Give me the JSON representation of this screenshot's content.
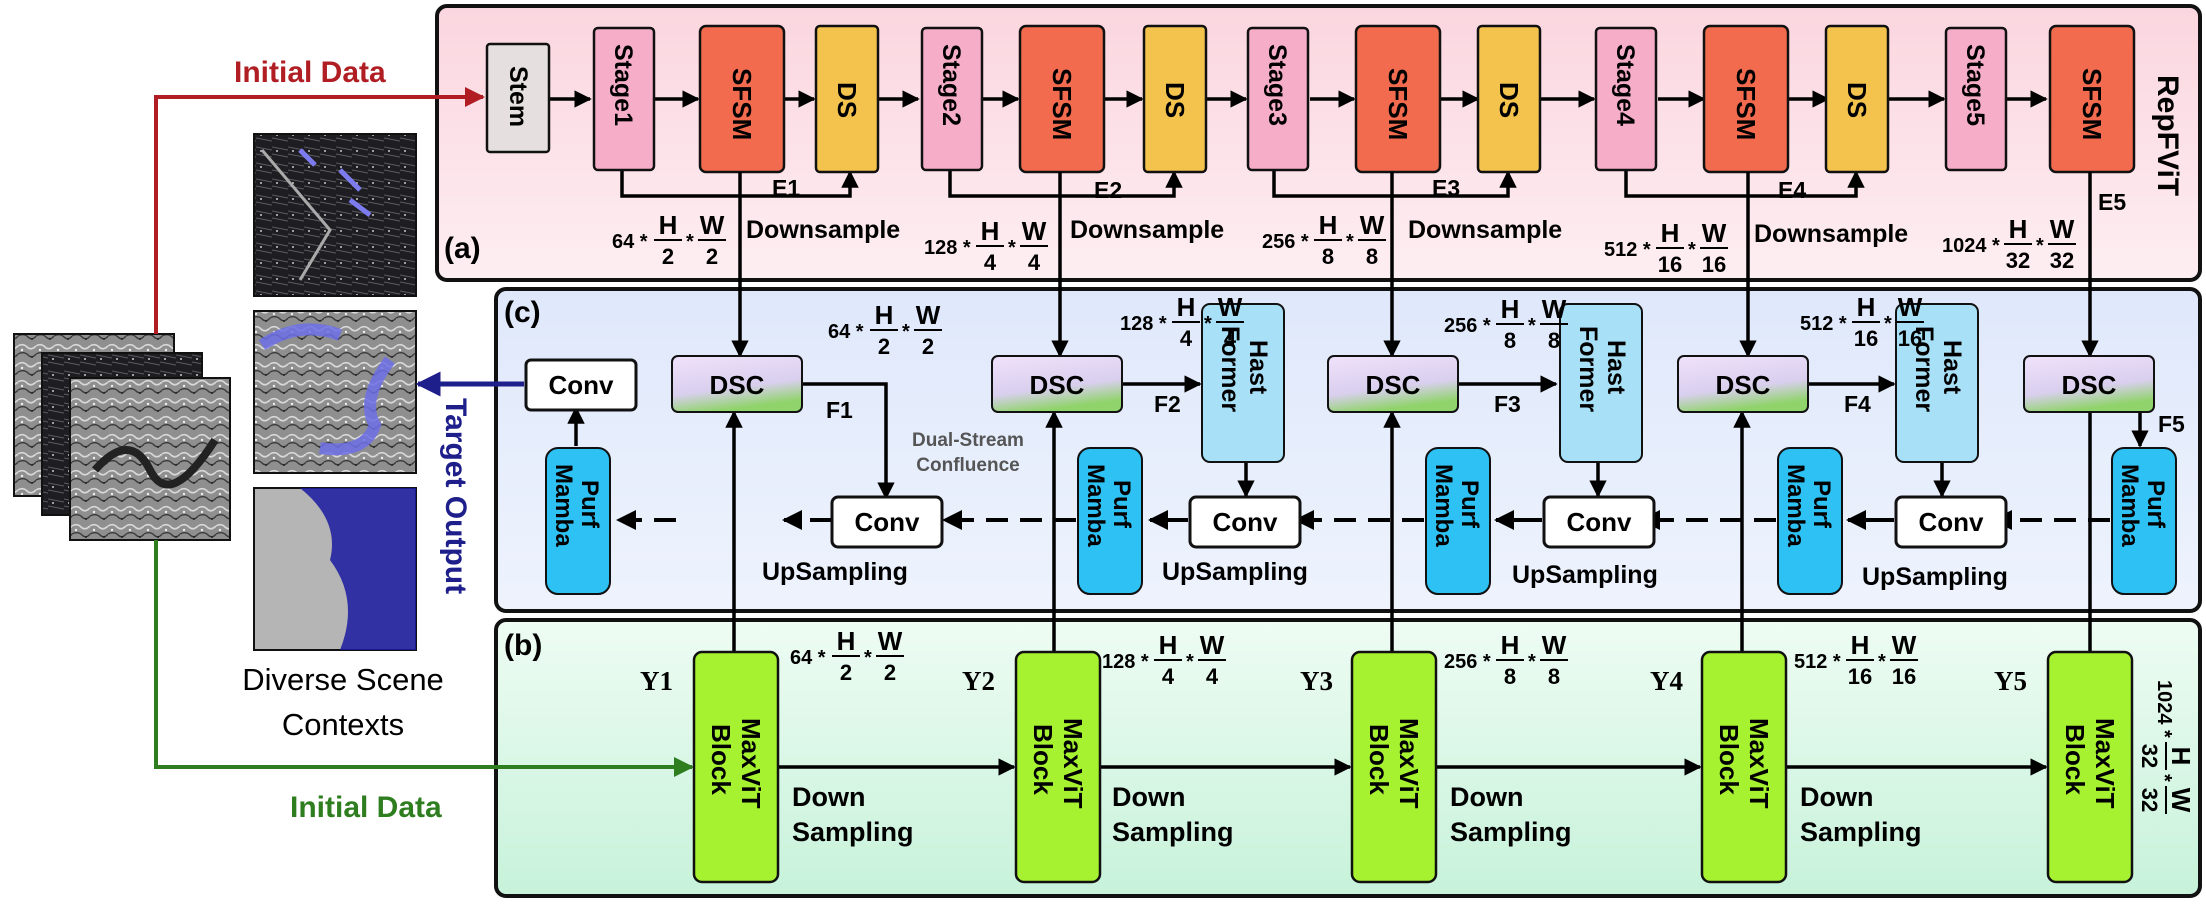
{
  "colors": {
    "panel_a_fill": "#fde4ea",
    "panel_c_fill": "#e7eefc",
    "panel_b_fill": "#dff8e9",
    "stem": "#e5e0df",
    "stage": "#f6aec8",
    "sfsm": "#f26b4e",
    "ds": "#f3c34d",
    "dsc_top": "#eadcf7",
    "dsc_bottom": "#b6dfa0",
    "hastformer": "#a8e0f8",
    "purfmamba": "#2ec1f4",
    "conv": "#ffffff",
    "maxvit": "#a6f230",
    "initial_top": "#b01e23",
    "target": "#1f1f8c",
    "initial_bottom": "#2e7d1f"
  },
  "labels": {
    "initial_data_top": "Initial Data",
    "initial_data_bottom": "Initial Data",
    "target_output": "Target Output",
    "diverse_line1": "Diverse Scene",
    "diverse_line2": "Contexts",
    "panel_a": "(a)",
    "panel_b": "(b)",
    "panel_c": "(c)",
    "repfvit": "RepFViT",
    "dual_stream_1": "Dual-Stream",
    "dual_stream_2": "Confluence",
    "upsampling": "UpSampling",
    "downsample": "Downsample",
    "down": "Down",
    "sampling": "Sampling"
  },
  "blocks": {
    "stem": "Stem",
    "stages": [
      "Stage1",
      "Stage2",
      "Stage3",
      "Stage4",
      "Stage5"
    ],
    "sfsm": "SFSM",
    "ds": "DS",
    "dsc": "DSC",
    "hast_1": "Hast",
    "hast_2": "Former",
    "purf_1": "Purf",
    "purf_2": "Mamba",
    "conv": "Conv",
    "maxvit_1": "MaxViT",
    "maxvit_2": "Block"
  },
  "tags": {
    "e": [
      "E1",
      "E2",
      "E3",
      "E4",
      "E5"
    ],
    "f": [
      "F1",
      "F2",
      "F3",
      "F4",
      "F5"
    ],
    "y": [
      "Y1",
      "Y2",
      "Y3",
      "Y4",
      "Y5"
    ]
  },
  "dims": {
    "a": [
      [
        "64",
        "H",
        "2",
        "W",
        "2"
      ],
      [
        "128",
        "H",
        "4",
        "W",
        "4"
      ],
      [
        "256",
        "H",
        "8",
        "W",
        "8"
      ],
      [
        "512",
        "H",
        "16",
        "W",
        "16"
      ],
      [
        "1024",
        "H",
        "32",
        "W",
        "32"
      ]
    ],
    "c": [
      [
        "64",
        "H",
        "2",
        "W",
        "2"
      ],
      [
        "128",
        "H",
        "4",
        "W",
        "4"
      ],
      [
        "256",
        "H",
        "8",
        "W",
        "8"
      ],
      [
        "512",
        "H",
        "16",
        "W",
        "16"
      ]
    ],
    "b": [
      [
        "64",
        "H",
        "2",
        "W",
        "2"
      ],
      [
        "128",
        "H",
        "4",
        "W",
        "4"
      ],
      [
        "256",
        "H",
        "8",
        "W",
        "8"
      ],
      [
        "512",
        "H",
        "16",
        "W",
        "16"
      ],
      [
        "1024",
        "H",
        "32",
        "W",
        "32"
      ]
    ]
  }
}
